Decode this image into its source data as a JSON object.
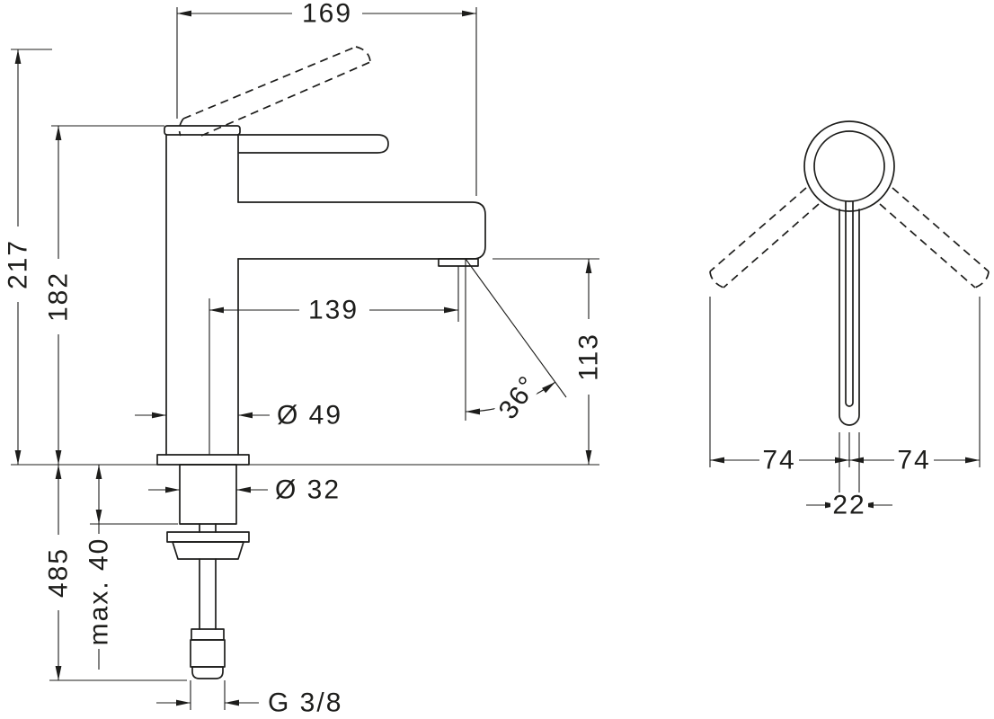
{
  "drawing": {
    "views": {
      "side": {
        "depth": "169",
        "height_total": "217",
        "height_body": "182",
        "spout_reach": "139",
        "spout_height": "113",
        "spray_angle": "36°",
        "body_diameter": "Ø 49",
        "shank_diameter": "Ø 32",
        "hose_length": "485",
        "max_mounting_thickness": "max. 40",
        "connection_thread": "G 3/8"
      },
      "front": {
        "handle_swing_left": "74",
        "handle_swing_right": "74",
        "handle_width": "22"
      }
    },
    "colors": {
      "line": "#1d1d1b",
      "background": "#ffffff"
    }
  }
}
